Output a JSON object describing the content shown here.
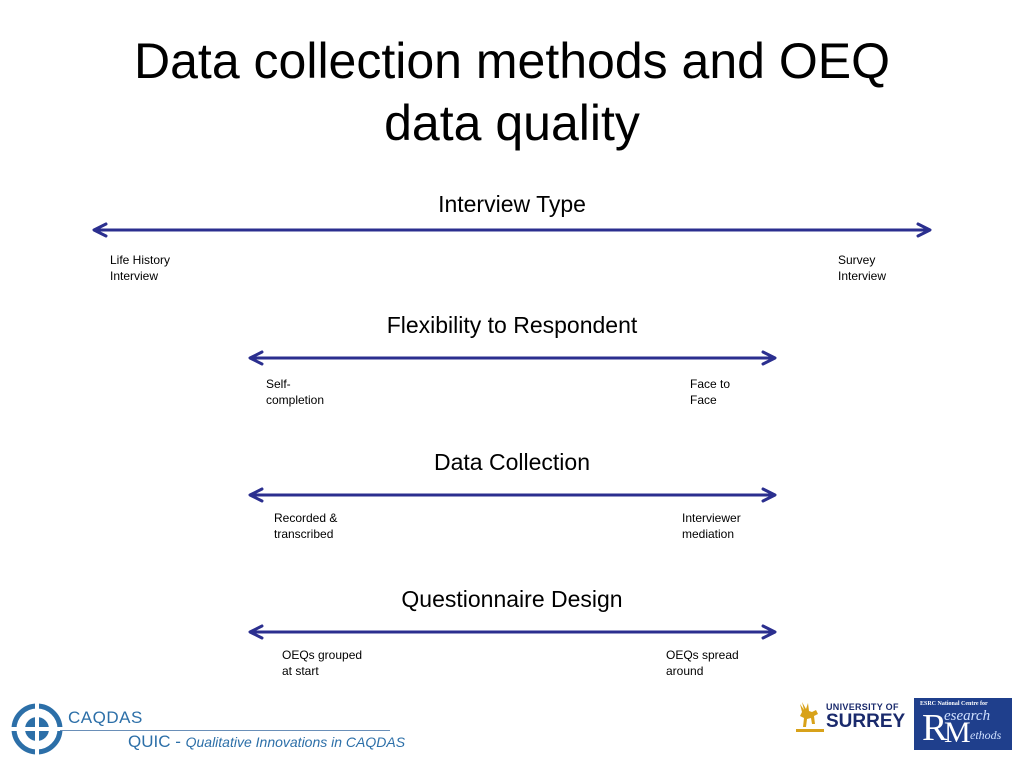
{
  "slide": {
    "title_line1": "Data collection methods and OEQ",
    "title_line2": "data quality"
  },
  "colors": {
    "arrow": "#2b2f8f",
    "brand_blue": "#2c6fa8",
    "ncrm_blue": "#1f3f8c",
    "surrey_navy": "#1a2a6c"
  },
  "scales": [
    {
      "label": "Interview Type",
      "left": "Life History\nInterview",
      "right": "Survey\nInterview"
    },
    {
      "label": "Flexibility to Respondent",
      "left": "Self-\ncompletion",
      "right": "Face to\nFace"
    },
    {
      "label": "Data Collection",
      "left": "Recorded &\ntranscribed",
      "right": "Interviewer\nmediation"
    },
    {
      "label": "Questionnaire Design",
      "left": "OEQs grouped\nat start",
      "right": "OEQs spread\naround"
    }
  ],
  "footer": {
    "caqdas": "CAQDAS",
    "quic_main": "QUIC - ",
    "quic_sub": "Qualitative Innovations in CAQDAS",
    "surrey_univ": "UNIVERSITY OF",
    "surrey_name": "SURREY",
    "ncrm_top": "ESRC National Centre for",
    "ncrm_r": "R",
    "ncrm_esearch": "esearch",
    "ncrm_m": "M",
    "ncrm_ethods": "ethods"
  }
}
